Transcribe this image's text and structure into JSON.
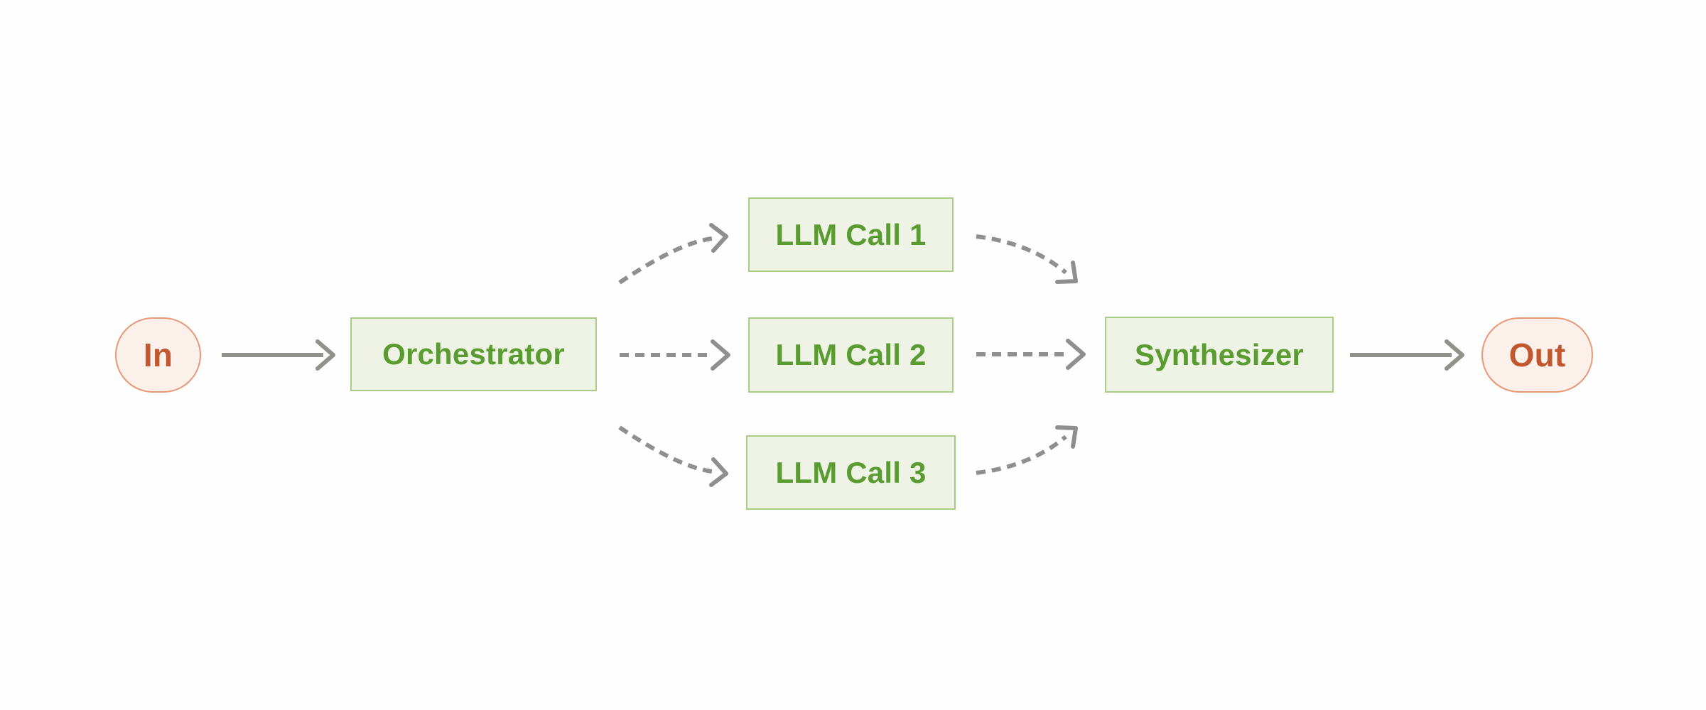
{
  "diagram": {
    "title": "orchestrator-workers-workflow",
    "colors": {
      "canvas-bg": "#fefefe",
      "node-fill": "#eef3e5",
      "node-border": "#a9cd85",
      "node-text": "#5a9c31",
      "terminal-fill": "#fcf1ea",
      "terminal-border": "#e79877",
      "terminal-text": "#c1582f",
      "arrow": "#90918a",
      "arrow-dashed": "#8f8f8f"
    },
    "nodes": {
      "in": {
        "label": "In",
        "type": "terminal"
      },
      "orchestrator": {
        "label": "Orchestrator",
        "type": "process"
      },
      "llm1": {
        "label": "LLM Call 1",
        "type": "process"
      },
      "llm2": {
        "label": "LLM Call 2",
        "type": "process"
      },
      "llm3": {
        "label": "LLM Call 3",
        "type": "process"
      },
      "synthesizer": {
        "label": "Synthesizer",
        "type": "process"
      },
      "out": {
        "label": "Out",
        "type": "terminal"
      }
    },
    "edges": [
      {
        "from": "in",
        "to": "orchestrator",
        "style": "solid"
      },
      {
        "from": "orchestrator",
        "to": "llm1",
        "style": "dashed-curved"
      },
      {
        "from": "orchestrator",
        "to": "llm2",
        "style": "dashed-straight"
      },
      {
        "from": "orchestrator",
        "to": "llm3",
        "style": "dashed-curved"
      },
      {
        "from": "llm1",
        "to": "synthesizer",
        "style": "dashed-curved"
      },
      {
        "from": "llm2",
        "to": "synthesizer",
        "style": "dashed-straight"
      },
      {
        "from": "llm3",
        "to": "synthesizer",
        "style": "dashed-curved"
      },
      {
        "from": "synthesizer",
        "to": "out",
        "style": "solid"
      }
    ]
  }
}
